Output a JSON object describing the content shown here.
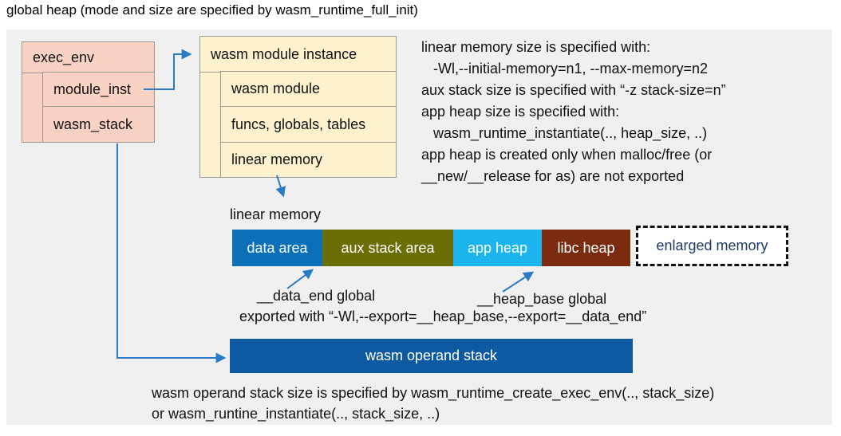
{
  "title": "global heap (mode and size are specified by wasm_runtime_full_init)",
  "exec_env": {
    "title": "exec_env",
    "rows": [
      {
        "label": "module_inst"
      },
      {
        "label": "wasm_stack"
      }
    ]
  },
  "module_instance": {
    "title": "wasm module instance",
    "rows": [
      {
        "label": "wasm module"
      },
      {
        "label": "funcs, globals, tables"
      },
      {
        "label": "linear memory"
      }
    ]
  },
  "notes": {
    "lines": [
      "linear memory size is specified with:",
      "   -Wl,--initial-memory=n1, --max-memory=n2",
      "aux stack size is specified with “-z stack-size=n”",
      "app heap size is specified with:",
      "   wasm_runtime_instantiate(.., heap_size, ..)",
      "app heap is created only when malloc/free (or",
      "__new/__release for as) are not exported"
    ]
  },
  "linear_memory": {
    "label": "linear memory",
    "segments": [
      {
        "label": "data area",
        "color": "#0b70b8"
      },
      {
        "label": "aux stack area",
        "color": "#6b6d05"
      },
      {
        "label": "app heap",
        "color": "#1bb4ee"
      },
      {
        "label": "libc heap",
        "color": "#7b2b10"
      }
    ],
    "enlarged": {
      "label": "enlarged memory",
      "text_color": "#1f3a68"
    }
  },
  "annotations": {
    "data_end_label": "__data_end global",
    "heap_base_label": "__heap_base global",
    "export_line": "exported with “-Wl,--export=__heap_base,--export=__data_end”"
  },
  "operand_stack": {
    "label": "wasm operand stack",
    "color": "#0d5aa2"
  },
  "footer": {
    "lines": [
      "wasm operand stack size is specified by wasm_runtime_create_exec_env(.., stack_size)",
      "or wasm_runtine_instantiate(.., stack_size, ..)"
    ]
  },
  "colors": {
    "panel_bg": "#f0f0f0",
    "exec_box_bg": "#fad2c3",
    "module_box_bg": "#fdf2cd",
    "arrow": "#2b7ac6",
    "enlarged_border": "#111111"
  }
}
